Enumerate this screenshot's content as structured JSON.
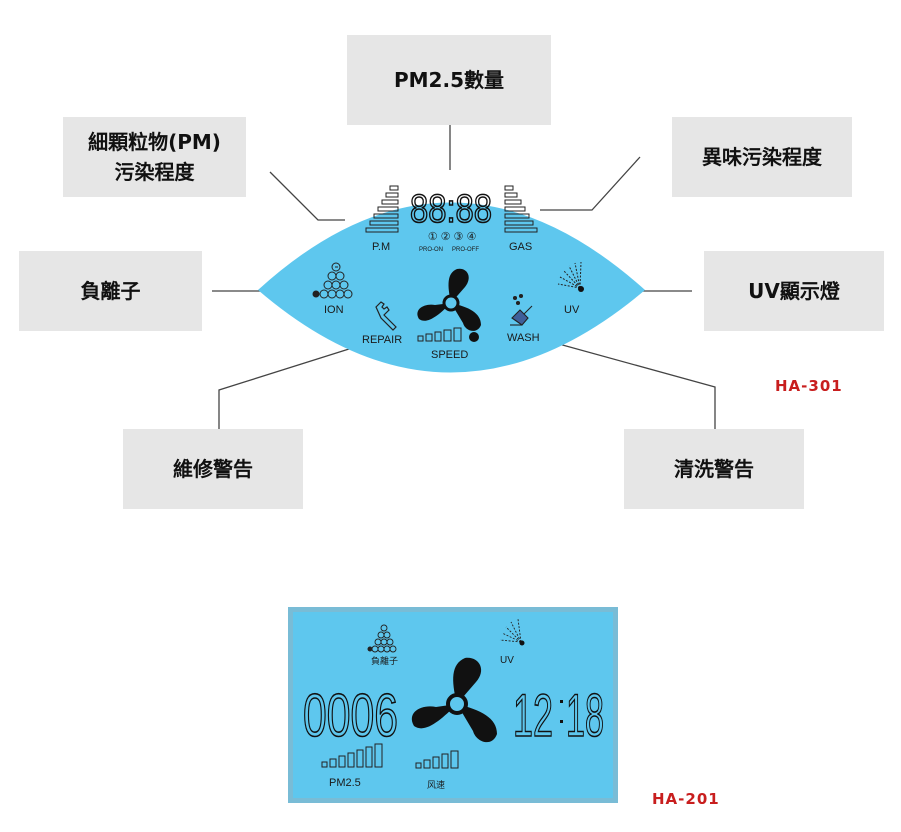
{
  "callouts": {
    "pm25_count": "PM2.5數量",
    "pm_level_line1": "細顆粒物(PM)",
    "pm_level_line2": "污染程度",
    "odor_level": "異味污染程度",
    "ion": "負離子",
    "uv_light": "UV顯示燈",
    "repair_warning": "維修警告",
    "wash_warning": "清洗警告"
  },
  "ha301": {
    "model": "HA-301",
    "digits": "88:88",
    "pm_label": "P.M",
    "gas_label": "GAS",
    "mode_indicators": "① ② ③ ④",
    "pro_on": "PRO-ON",
    "pro_off": "PRO-OFF",
    "ion_label": "ION",
    "uv_label": "UV",
    "repair_label": "REPAIR",
    "wash_label": "WASH",
    "speed_label": "SPEED",
    "lcd_color": "#5ec7ee"
  },
  "ha201": {
    "model": "HA-201",
    "pm_value": "0006",
    "time_hours": "12",
    "time_minutes": "18",
    "ion_label": "負離子",
    "uv_label": "UV",
    "pm25_label": "PM2.5",
    "speed_label": "风速",
    "lcd_color": "#5ec7ee"
  }
}
